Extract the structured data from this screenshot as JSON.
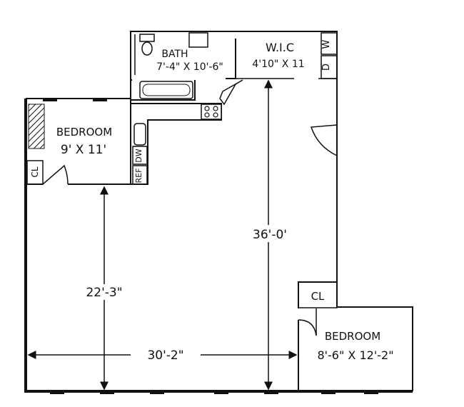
{
  "rooms": {
    "bath": {
      "name": "BATH",
      "dims": "7'-4\" X 10'-6\""
    },
    "wic": {
      "name": "W.I.C",
      "dims": "4'10\" X 11"
    },
    "bedroom1": {
      "name": "BEDROOM",
      "dims": "9' X 11'"
    },
    "bedroom2": {
      "name": "BEDROOM",
      "dims": "8'-6\" X 12'-2\""
    }
  },
  "fixtures": {
    "washer": "W",
    "dryer": "D",
    "dishwasher": "DW",
    "refrigerator": "REF",
    "closet1": "CL",
    "closet2": "CL"
  },
  "dimensions": {
    "width": "30'-2\"",
    "length": "36'-0'",
    "depth": "22'-3\""
  }
}
